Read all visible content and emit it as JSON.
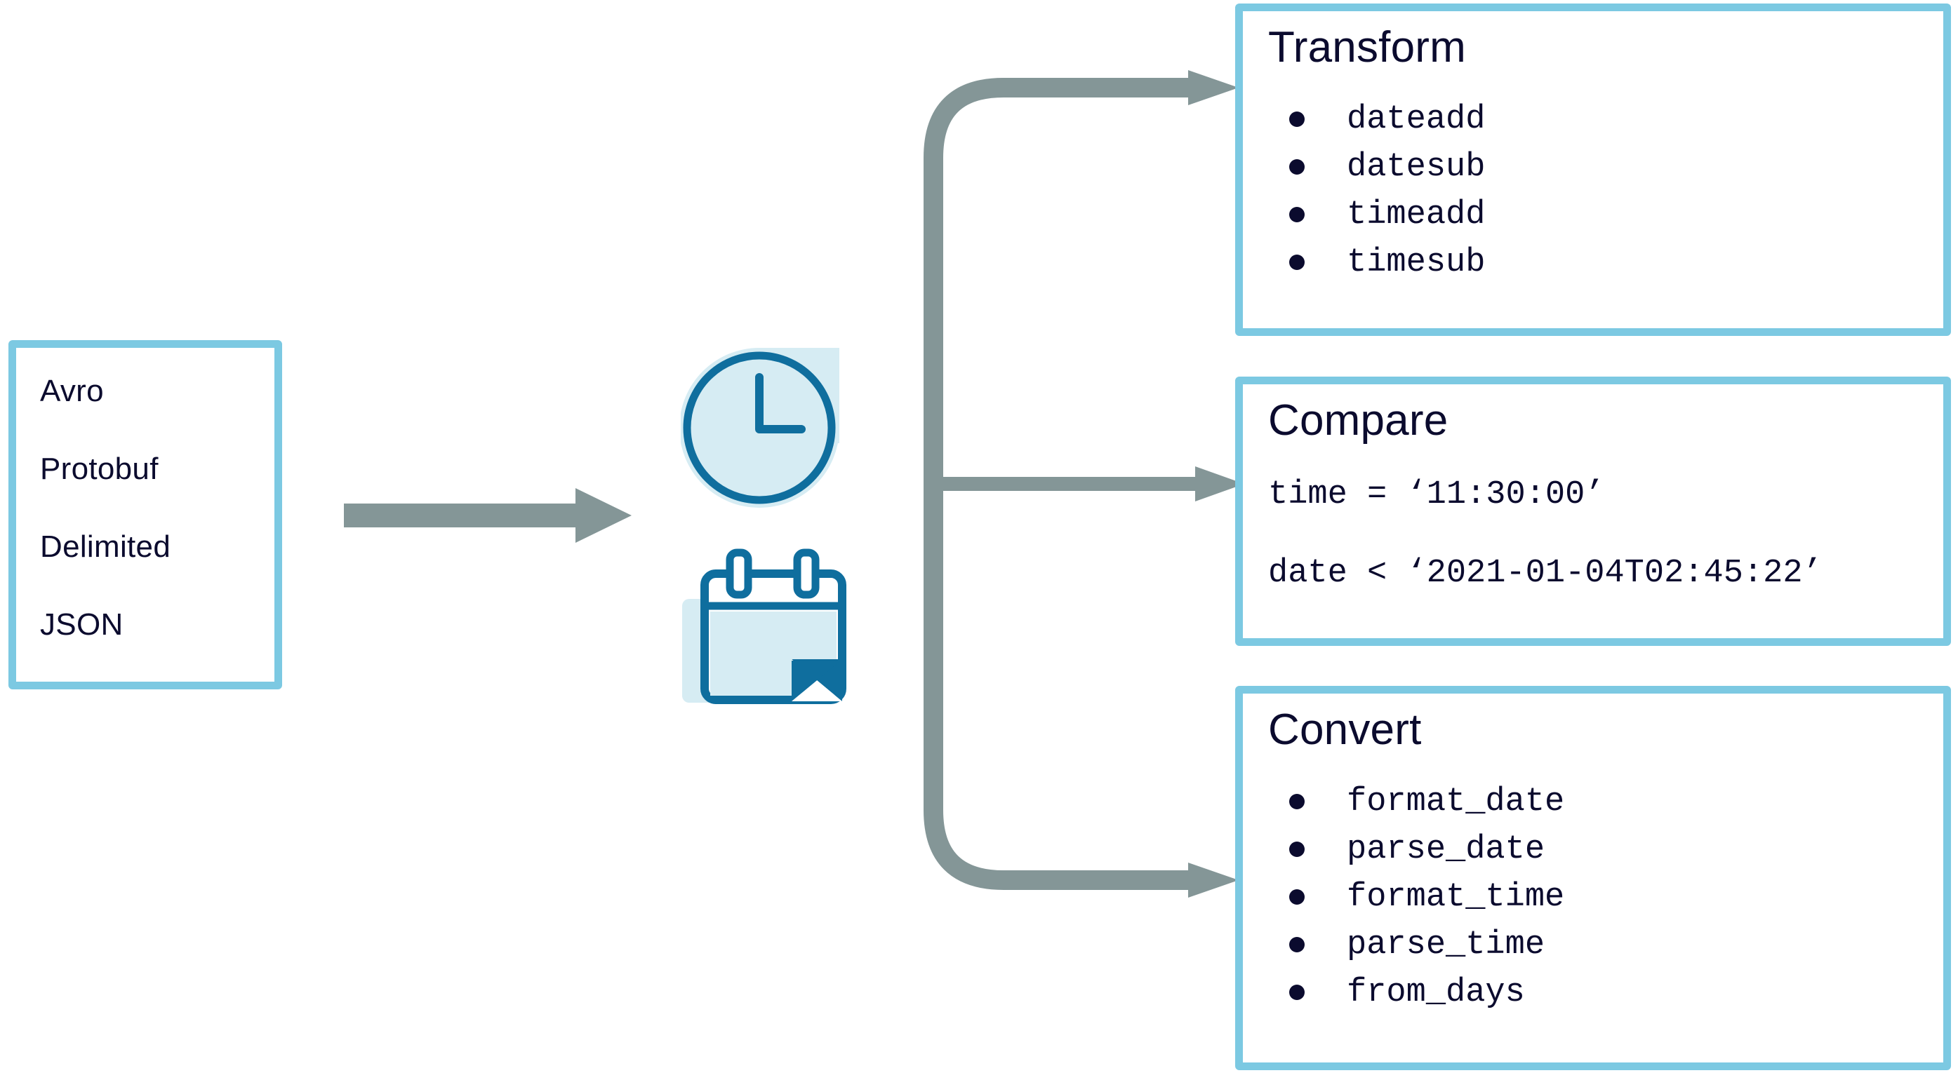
{
  "colors": {
    "card_border": "#7CC9E2",
    "text": "#0B0B2E",
    "arrow": "#849697",
    "icon_stroke": "#0F6E9E",
    "icon_fill": "#D6ECF3",
    "background": "#FFFFFF"
  },
  "source": {
    "name": "input-formats",
    "items": [
      "Avro",
      "Protobuf",
      "Delimited",
      "JSON"
    ]
  },
  "icons": {
    "clock": "clock-icon",
    "calendar": "calendar-icon"
  },
  "arrows": {
    "inflow": "arrow-right-icon",
    "branch": "branching-arrow-icon",
    "count": 3
  },
  "categories": [
    {
      "id": "transform",
      "title": "Transform",
      "kind": "bullets",
      "items": [
        "dateadd",
        "datesub",
        "timeadd",
        "timesub"
      ]
    },
    {
      "id": "compare",
      "title": "Compare",
      "kind": "code",
      "lines": [
        "time = ‘11:30:00’",
        "date < ‘2021-01-04T02:45:22’"
      ]
    },
    {
      "id": "convert",
      "title": "Convert",
      "kind": "bullets",
      "items": [
        "format_date",
        "parse_date",
        "format_time",
        "parse_time",
        "from_days"
      ]
    }
  ]
}
